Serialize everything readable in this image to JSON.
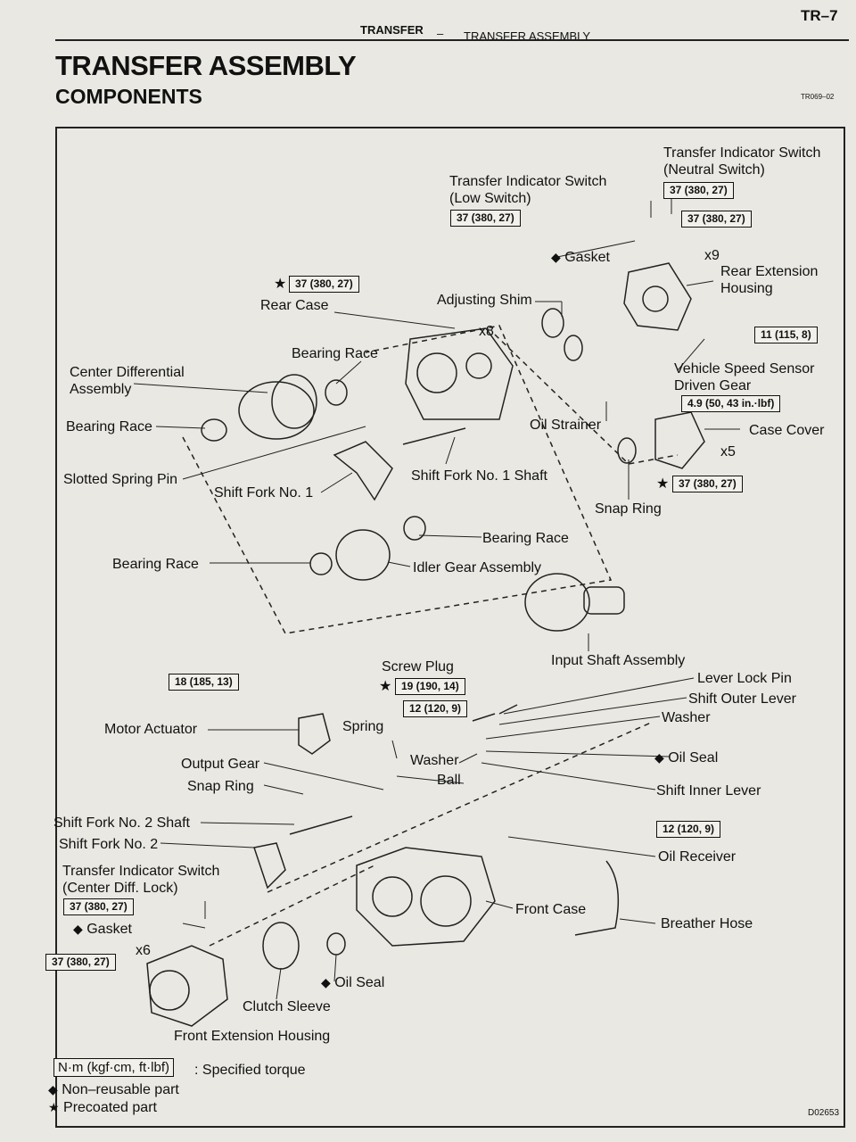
{
  "header": {
    "section": "TRANSFER",
    "separator": "–",
    "subsection": "TRANSFER ASSEMBLY",
    "page_number": "TR–7"
  },
  "title": "TRANSFER ASSEMBLY",
  "subtitle": "COMPONENTS",
  "figure_code": "TR069–02",
  "diagram_code": "D02653",
  "labels": {
    "tis_neutral": "Transfer Indicator Switch\n(Neutral Switch)",
    "tis_low": "Transfer Indicator Switch\n(Low Switch)",
    "gasket_top": "Gasket",
    "x9": "x9",
    "rear_ext_housing": "Rear Extension\nHousing",
    "adjusting_shim": "Adjusting Shim",
    "rear_case": "Rear Case",
    "x8": "x8",
    "bearing_race_1": "Bearing Race",
    "center_diff": "Center Differential\nAssembly",
    "bearing_race_2": "Bearing Race",
    "vss_driven_gear": "Vehicle Speed Sensor\nDriven Gear",
    "oil_strainer": "Oil Strainer",
    "case_cover": "Case Cover",
    "x5": "x5",
    "slotted_spring_pin": "Slotted Spring Pin",
    "shift_fork_1": "Shift Fork No. 1",
    "shift_fork_1_shaft": "Shift Fork No. 1 Shaft",
    "snap_ring_top": "Snap Ring",
    "bearing_race_3": "Bearing Race",
    "bearing_race_4": "Bearing Race",
    "idler_gear": "Idler Gear Assembly",
    "input_shaft": "Input Shaft Assembly",
    "screw_plug": "Screw Plug",
    "lever_lock_pin": "Lever Lock Pin",
    "shift_outer_lever": "Shift Outer Lever",
    "washer_1": "Washer",
    "motor_actuator": "Motor Actuator",
    "spring": "Spring",
    "oil_seal_1": "Oil Seal",
    "output_gear": "Output Gear",
    "washer_2": "Washer",
    "ball": "Ball",
    "snap_ring_bottom": "Snap Ring",
    "shift_inner_lever": "Shift Inner Lever",
    "shift_fork_2_shaft": "Shift Fork No. 2 Shaft",
    "shift_fork_2": "Shift Fork No. 2",
    "oil_receiver": "Oil Receiver",
    "tis_center": "Transfer Indicator Switch\n(Center Diff. Lock)",
    "front_case": "Front Case",
    "gasket_bottom": "Gasket",
    "breather_hose": "Breather Hose",
    "x6": "x6",
    "oil_seal_2": "Oil Seal",
    "clutch_sleeve": "Clutch Sleeve",
    "front_ext_housing": "Front Extension Housing"
  },
  "torques": {
    "t_neutral": "37 (380, 27)",
    "t_low": "37 (380, 27)",
    "t_neutral_2": "37 (380, 27)",
    "t_rear_case": "37 (380, 27)",
    "t_vss": "11 (115, 8)",
    "t_strainer": "4.9 (50, 43 in.·lbf)",
    "t_case_cover": "37 (380, 27)",
    "t_motor": "18 (185, 13)",
    "t_screw_plug": "19 (190, 14)",
    "t_lever": "12 (120, 9)",
    "t_oil_receiver": "12 (120, 9)",
    "t_center": "37 (380, 27)",
    "t_front_ext": "37 (380, 27)"
  },
  "marks": {
    "star": "★",
    "diamond": "◆"
  },
  "legend": {
    "unit": "N·m (kgf·cm, ft·lbf)",
    "unit_desc": ": Specified torque",
    "nonreusable": "Non–reusable part",
    "precoated": "Precoated part"
  }
}
